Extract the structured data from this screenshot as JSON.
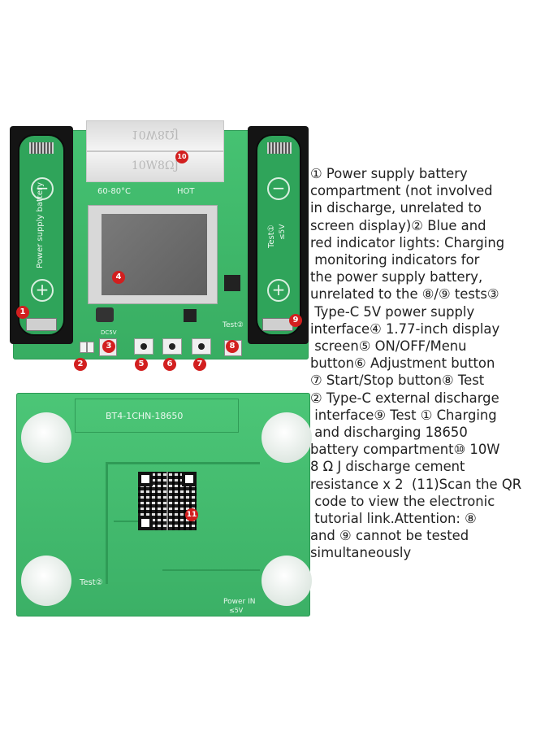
{
  "top_board": {
    "holder_left_label": "Power supply battery",
    "holder_right_label": "Test①",
    "holder_right_sub": "≤5V",
    "minus_symbol": "−",
    "plus_symbol": "+",
    "resistor_text_1": "10W8ΩJ",
    "resistor_text_2": "10W8ΩJ",
    "temp_label": "60-80°C",
    "hot_label": "HOT",
    "test2_label": "Test②",
    "dc5v_label": "DC5V",
    "callouts": [
      "1",
      "2",
      "3",
      "4",
      "5",
      "6",
      "7",
      "8",
      "9",
      "10"
    ]
  },
  "bottom_board": {
    "model_label": "BT4-1CHN-18650",
    "test2_label": "Test②",
    "power_label": "Power IN",
    "power_sub": "≤5V",
    "callout_qr": "11"
  },
  "description": {
    "lines": [
      "① Power supply battery",
      "compartment (not involved",
      "in discharge, unrelated to",
      "screen display)② Blue and",
      "red indicator lights: Charging",
      " monitoring indicators for",
      "the power supply battery,",
      "unrelated to the ⑧/⑨ tests③",
      " Type-C 5V power supply",
      "interface④ 1.77-inch display",
      " screen⑤ ON/OFF/Menu",
      "button⑥ Adjustment button",
      "⑦ Start/Stop button⑧ Test",
      "② Type-C external discharge",
      " interface⑨ Test ① Charging",
      " and discharging 18650",
      "battery compartment⑩ 10W",
      "8 Ω J discharge cement",
      "resistance x 2  (11)Scan the QR",
      " code to view the electronic",
      " tutorial link.Attention: ⑧",
      "and ⑨ cannot be tested",
      "simultaneously"
    ]
  },
  "colors": {
    "pcb_green": "#3fb86a",
    "callout_red": "#d21f1f",
    "holder_black": "#141414"
  }
}
